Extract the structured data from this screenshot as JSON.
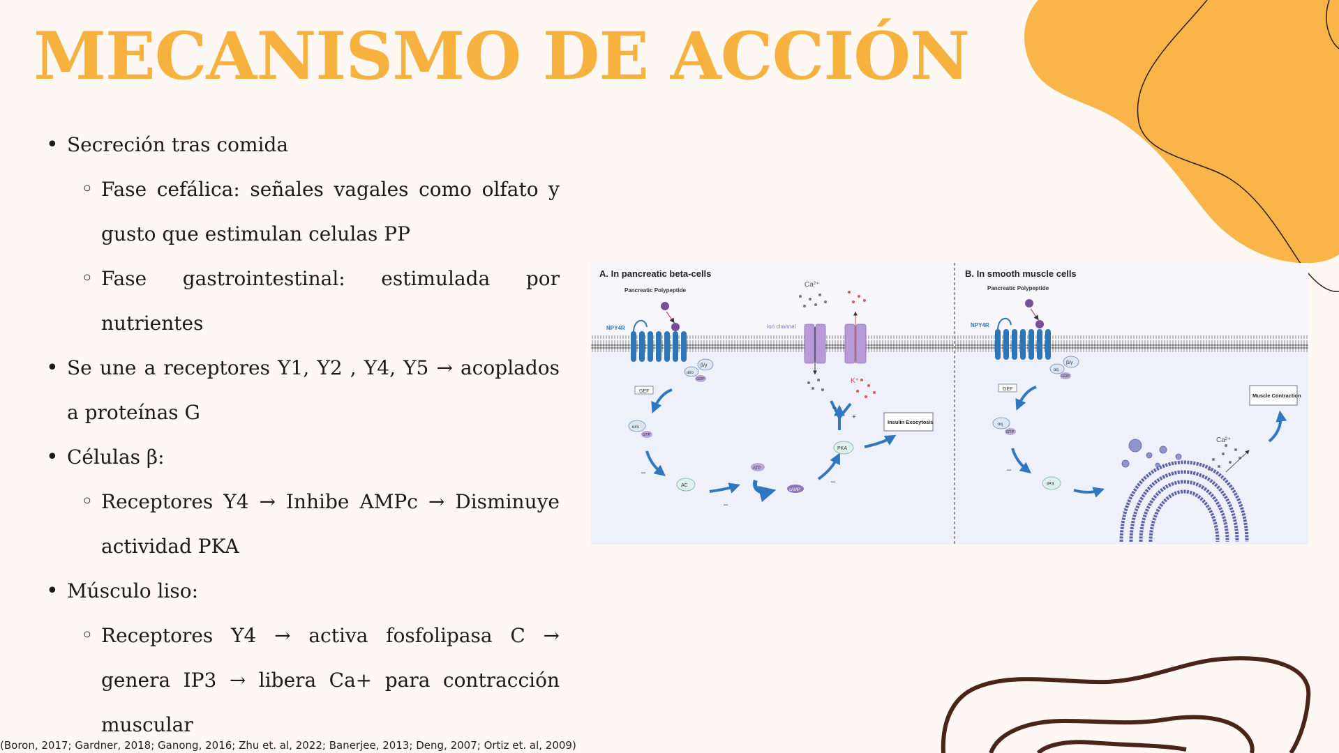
{
  "slide": {
    "title": "MECANISMO DE ACCIÓN",
    "bullets": [
      {
        "text": "Secreción tras comida",
        "sub": [
          "Fase cefálica: señales vagales como olfato y gusto que estimulan celulas PP",
          "Fase gastrointestinal: estimulada por nutrientes"
        ]
      },
      {
        "text": "Se une a receptores Y1, Y2 , Y4, Y5 → acoplados a proteínas G",
        "sub": []
      },
      {
        "text": "Células β:",
        "sub": [
          "Receptores Y4 → Inhibe AMPc → Disminuye actividad PKA"
        ]
      },
      {
        "text": "Músculo liso:",
        "sub": [
          "Receptores Y4 → activa fosfolipasa C → genera IP3 → libera Ca+ para contracción muscular"
        ]
      }
    ],
    "citation": "(Boron, 2017; Gardner, 2018; Ganong, 2016; Zhu et. al, 2022; Banerjee, 2013; Deng, 2007; Ortiz et. al, 2009)"
  },
  "figure": {
    "panel_a": {
      "title": "A. In pancreatic beta-cells",
      "ligand": "Pancreatic Polypeptide",
      "receptor": "NPY4R",
      "ion_channel": "Ion channel",
      "ca_label": "Ca²⁺",
      "k_label": "K⁺",
      "beta_gamma": "β/γ",
      "alpha_io": "αi/o",
      "gdp": "GDP",
      "gef": "GEF",
      "gtp": "GTP",
      "ac": "AC",
      "atp": "ATP",
      "camp": "cAMP",
      "pka": "PKA",
      "outcome": "Insulin Exocytosis"
    },
    "panel_b": {
      "title": "B. In smooth muscle cells",
      "ligand": "Pancreatic Polypeptide",
      "receptor": "NPY4R",
      "beta_gamma": "β/γ",
      "alpha_q": "αq",
      "gdp": "GDP",
      "gef": "GEF",
      "gtp": "GTP",
      "ip3": "IP3",
      "ca_label": "Ca²⁺",
      "outcome": "Muscle Contraction"
    },
    "minus_sign": "–",
    "plus_sign": "+"
  },
  "colors": {
    "title": "#f7b13f",
    "blob": "#f9b549",
    "squiggle": "#4a2418",
    "receptor": "#2e75b6",
    "arrow": "#2f77c0",
    "channel": "#b89bd6",
    "cell_bg": "#eef0fa"
  }
}
